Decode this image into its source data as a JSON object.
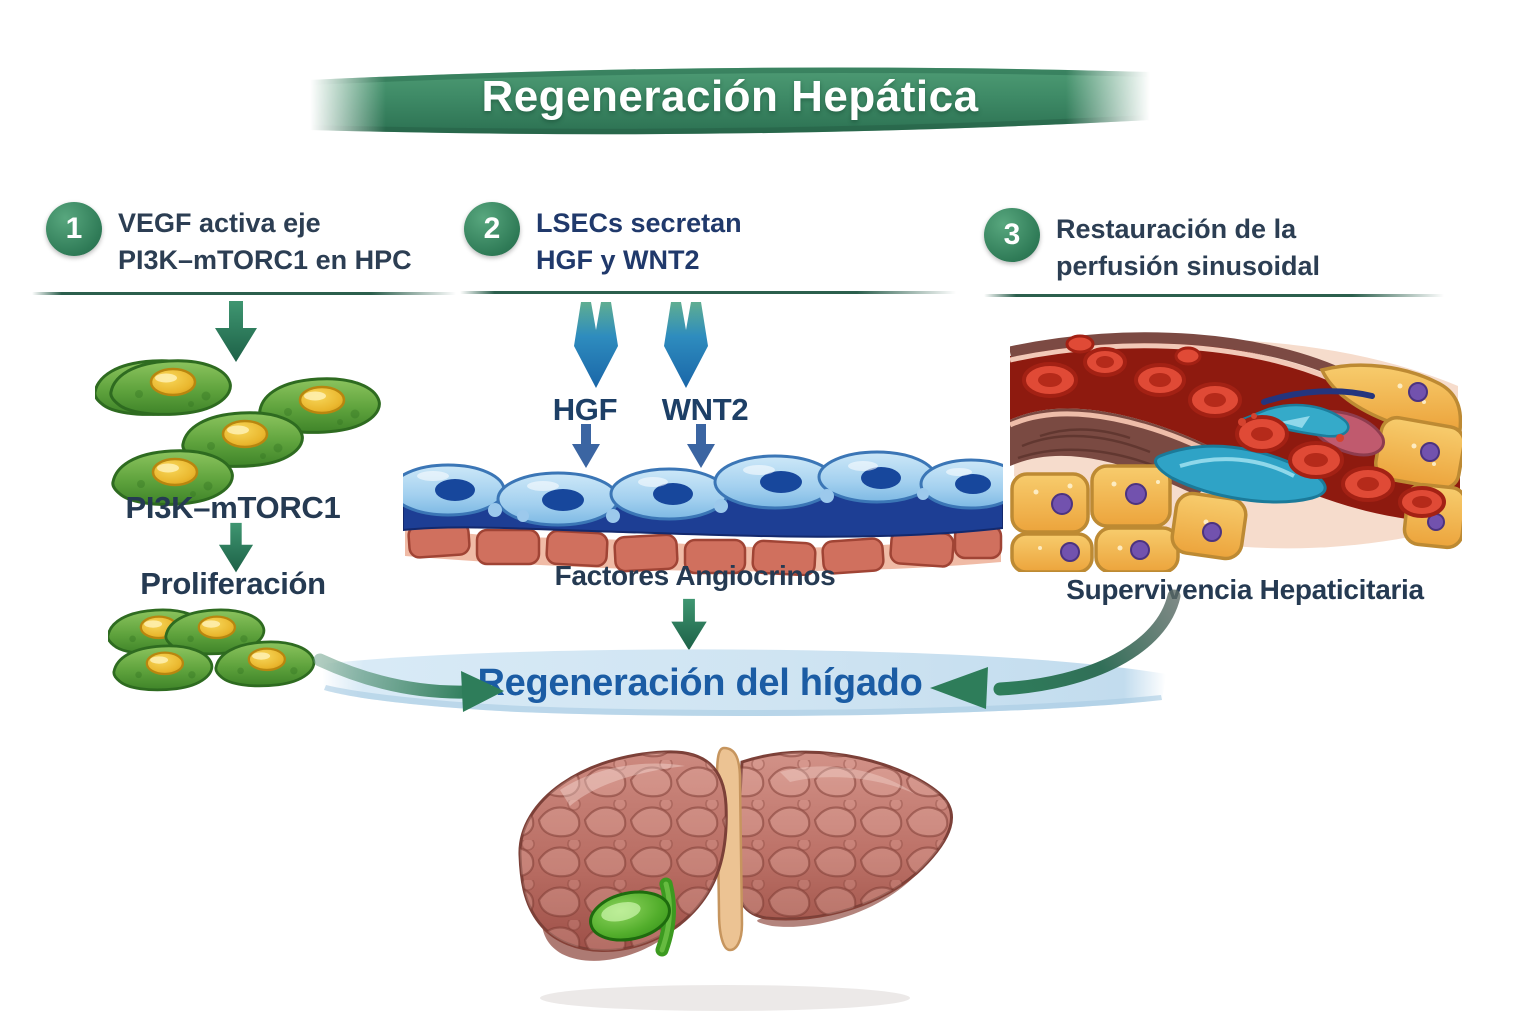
{
  "title": "Regeneración Hepática",
  "steps": [
    {
      "number": "1",
      "heading_line1": "VEGF activa eje",
      "heading_line2": "PI3K–mTORC1 en HPC",
      "pathway_label": "PI3K–mTORC1",
      "outcome_label": "Proliferación"
    },
    {
      "number": "2",
      "heading_line1": "LSECs secretan",
      "heading_line2": "HGF y WNT2",
      "factor_left": "HGF",
      "factor_right": "WNT2",
      "outcome_label": "Factores Angiocrinos"
    },
    {
      "number": "3",
      "heading_line1": "Restauración de la",
      "heading_line2": "perfusión sinusoidal",
      "outcome_label": "Supervivencia Hepaticitaria"
    }
  ],
  "result_banner": {
    "label": "Regeneración del hígado"
  },
  "illustrations": {
    "step1_top": "hpc-green-cells",
    "step1_bottom": "proliferating-green-cells",
    "step2": "lsec-endothelial-layer",
    "step3": "hepatic-sinusoid-vessel",
    "bottom": "liver-with-gallbladder"
  },
  "colors": {
    "banner_green": "#3e8a66",
    "badge_green": "#37835e",
    "heading_navy": "#2c3e53",
    "heading_blue": "#20396b",
    "arrow_green": "#2e7d5a",
    "arrow_blue": "#1f6cae",
    "arrow_steel": "#3b65a2",
    "ribbon_blue": "#cfe4f2",
    "ribbon_text": "#1b5ca4"
  }
}
